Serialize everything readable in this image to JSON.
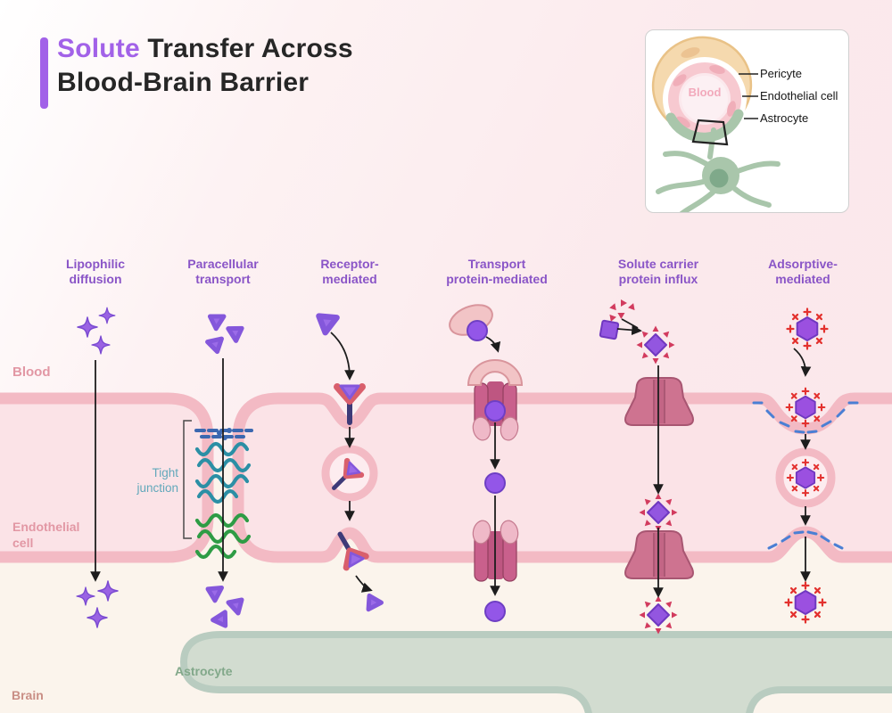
{
  "title": {
    "accent": "Solute",
    "rest": "Transfer Across",
    "line2": "Blood-Brain Barrier"
  },
  "inset": {
    "blood": "Blood",
    "labels": {
      "pericyte": "Pericyte",
      "endothelial": "Endothelial cell",
      "astrocyte": "Astrocyte"
    }
  },
  "columns": [
    {
      "line1": "Lipophilic",
      "line2": "diffusion"
    },
    {
      "line1": "Paracellular",
      "line2": "transport"
    },
    {
      "line1": "Receptor-",
      "line2": "mediated"
    },
    {
      "line1": "Transport",
      "line2": "protein-mediated"
    },
    {
      "line1": "Solute carrier",
      "line2": "protein influx"
    },
    {
      "line1": "Adsorptive-",
      "line2": "mediated"
    }
  ],
  "regions": {
    "blood": "Blood",
    "endothelial_line1": "Endothelial",
    "endothelial_line2": "cell",
    "brain": "Brain",
    "astrocyte": "Astrocyte"
  },
  "tight_junction": {
    "line1": "Tight",
    "line2": "junction"
  },
  "colors": {
    "accent_purple": "#a262e8",
    "header_purple": "#8a55c7",
    "membrane_border": "#f3bac4",
    "membrane_fill": "#fbe3e7",
    "solute_purple": "#9356e8",
    "astrocyte_green": "#d2dcd0",
    "tight_junction_teal": "#2b8fa5",
    "negative_charge_blue": "#4a7fd4",
    "positive_charge_red": "#e3312e"
  }
}
